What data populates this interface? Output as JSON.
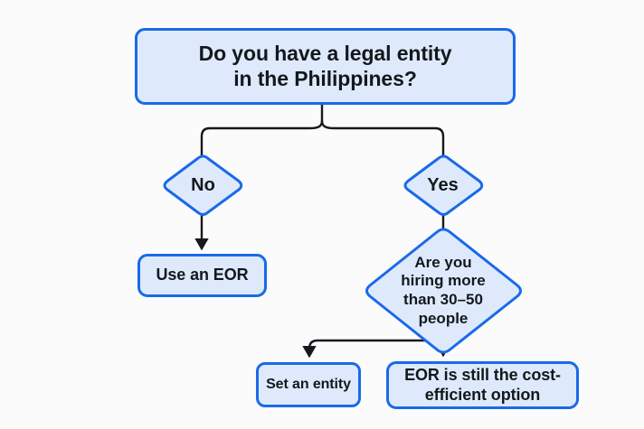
{
  "diagram": {
    "type": "decision-flowchart",
    "title": "Do you have a legal entity in the Philippines?",
    "background_color": "#fbfbfc",
    "node_fill_color": "#deeafb",
    "node_border_color": "#1a6ae8",
    "connector_color": "#16181d",
    "text_color": "#14181d"
  },
  "nodes": {
    "root": {
      "shape": "rounded-rectangle",
      "label": "Do you have a legal entity\nin the Philippines?"
    },
    "no": {
      "shape": "diamond",
      "label": "No"
    },
    "yes": {
      "shape": "diamond",
      "label": "Yes"
    },
    "use_eor": {
      "shape": "rounded-rectangle",
      "label": "Use an EOR"
    },
    "hiring": {
      "shape": "diamond",
      "label": "Are you\nhiring more\nthan 30–50\npeople"
    },
    "set_entity": {
      "shape": "rounded-rectangle",
      "label": "Set an entity"
    },
    "eor_cost": {
      "shape": "rounded-rectangle",
      "label": "EOR is still the cost-\nefficient option"
    }
  },
  "edges": [
    {
      "name": "root-to-no",
      "from": "root",
      "to": "no",
      "style": "elbow"
    },
    {
      "name": "root-to-yes",
      "from": "root",
      "to": "yes",
      "style": "elbow"
    },
    {
      "name": "no-to-use-eor",
      "from": "no",
      "to": "use_eor",
      "style": "straight-arrow"
    },
    {
      "name": "yes-to-hiring",
      "from": "yes",
      "to": "hiring",
      "style": "straight"
    },
    {
      "name": "hiring-to-set-entity",
      "from": "hiring",
      "to": "set_entity",
      "style": "elbow-arrow"
    },
    {
      "name": "hiring-to-eor-cost",
      "from": "hiring",
      "to": "eor_cost",
      "style": "straight-arrow"
    }
  ]
}
